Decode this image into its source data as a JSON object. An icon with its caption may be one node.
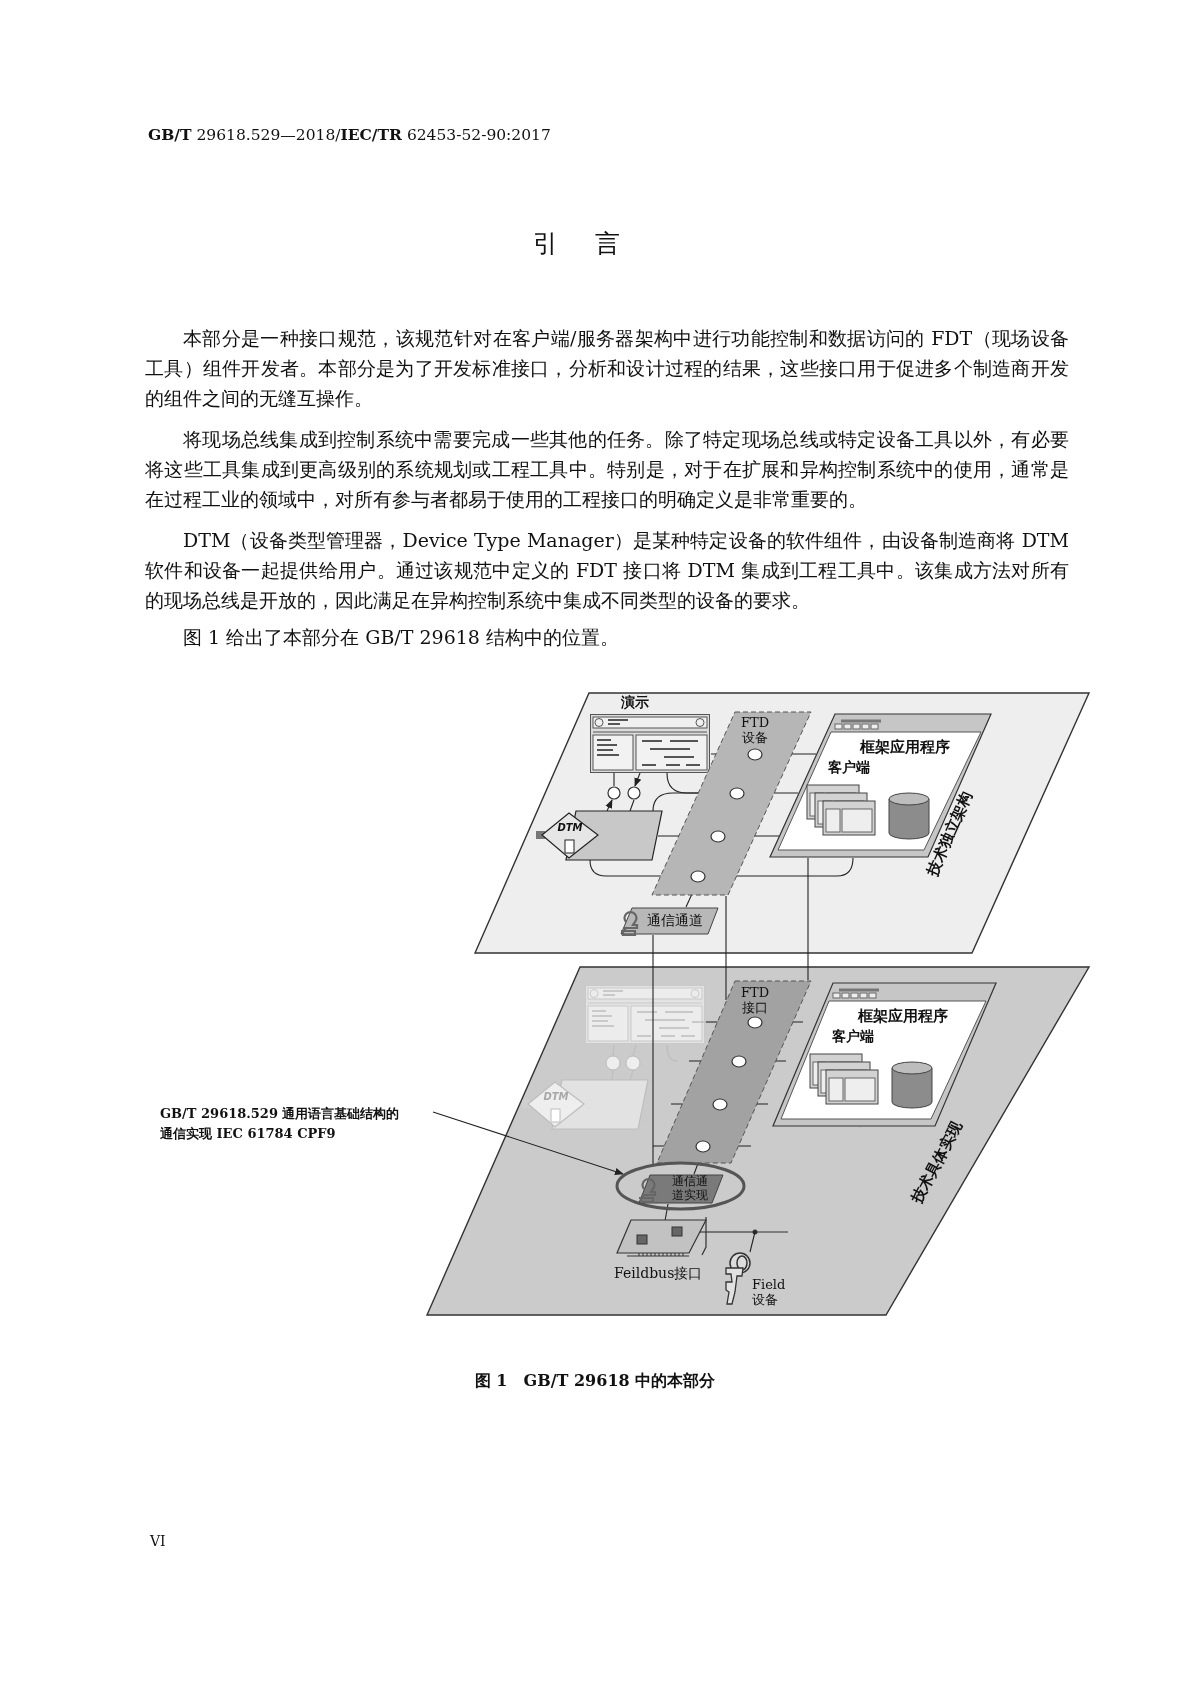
{
  "diagram": {
    "title": "引言",
    "caption": "图 1　GB/T 29618 中的本部分",
    "nodes": [
      {
        "text": [
          "技术独立架构"
        ]
      },
      {
        "text": [
          "演示"
        ],
        "in": 0
      },
      {
        "text": [
          "FTD设备"
        ],
        "in": 0
      },
      {
        "text": [
          "框架应用程序",
          "客户端"
        ],
        "in": 0
      },
      {
        "text": [
          "DTM"
        ],
        "in": 0
      },
      {
        "text": [
          "通信通道"
        ],
        "in": 0
      },
      {
        "text": [],
        "shape": "circle",
        "in": 0
      },
      {
        "text": [],
        "shape": "circle",
        "in": 0
      },
      {
        "text": [],
        "shape": "circle",
        "in": 2
      },
      {
        "text": [],
        "shape": "circle",
        "in": 2
      },
      {
        "text": [],
        "shape": "circle",
        "in": 2
      },
      {
        "text": [],
        "shape": "circle",
        "in": 2
      },
      {
        "text": [
          "技术具体实现"
        ]
      },
      {
        "text": [
          "DTM"
        ],
        "in": 12
      },
      {
        "text": [
          "FTD接口"
        ],
        "in": 12
      },
      {
        "text": [
          "框架应用程序",
          "客户端"
        ],
        "in": 12
      },
      {
        "text": [],
        "shape": "circle",
        "in": 14
      },
      {
        "text": [],
        "shape": "circle",
        "in": 14
      },
      {
        "text": [],
        "shape": "circle",
        "in": 14
      },
      {
        "text": [],
        "shape": "circle",
        "in": 14
      },
      {
        "text": [],
        "shape": "ellipse",
        "in": 12
      },
      {
        "text": [
          "通信通道实现"
        ],
        "in": 20
      },
      {
        "text": [],
        "shape": "picture",
        "beside": [
          "Feildbus接口"
        ],
        "in": 12
      },
      {
        "text": [],
        "shape": "picture",
        "beside": [
          "Field设备"
        ],
        "in": 12
      },
      {
        "text": [
          "GB/T 29618.529 通用语言基础结构的通信实现 IEC 61784 CPF9"
        ]
      }
    ],
    "edges": [
      {
        "from": 3,
        "to": 8,
        "arrow": "to"
      },
      {
        "from": 8,
        "to": 1,
        "arrow": "none"
      },
      {
        "from": 1,
        "to": 9,
        "arrow": "to"
      },
      {
        "from": 4,
        "to": 9,
        "arrow": "to"
      },
      {
        "from": 9,
        "to": 3,
        "arrow": "none"
      },
      {
        "from": 3,
        "to": 10,
        "arrow": "to"
      },
      {
        "from": 10,
        "to": 4,
        "arrow": "none"
      },
      {
        "from": 4,
        "to": 11,
        "arrow": "to"
      },
      {
        "from": 3,
        "to": 11,
        "arrow": "to"
      },
      {
        "from": 11,
        "to": 5,
        "arrow": "none"
      },
      {
        "from": 4,
        "to": 6,
        "arrow": "to"
      },
      {
        "from": 6,
        "to": 1,
        "arrow": "none"
      },
      {
        "from": 1,
        "to": 7,
        "arrow": "to"
      },
      {
        "from": 7,
        "to": 4,
        "arrow": "none"
      },
      {
        "from": 5,
        "to": 20,
        "arrow": "none"
      },
      {
        "from": 2,
        "to": 14,
        "arrow": "none"
      },
      {
        "from": 3,
        "to": 14,
        "arrow": "none"
      },
      {
        "from": null,
        "to": 16,
        "arrow": "to"
      },
      {
        "from": 16,
        "to": null,
        "arrow": "none"
      },
      {
        "from": null,
        "to": 17,
        "arrow": "to"
      },
      {
        "from": 17,
        "to": null,
        "arrow": "none"
      },
      {
        "from": null,
        "to": 18,
        "arrow": "to"
      },
      {
        "from": 18,
        "to": null,
        "arrow": "none"
      },
      {
        "from": null,
        "to": 19,
        "arrow": "to"
      },
      {
        "from": null,
        "to": 19,
        "arrow": "to"
      },
      {
        "from": 19,
        "to": 21,
        "arrow": "none"
      },
      {
        "from": 21,
        "to": 22,
        "arrow": "none"
      },
      {
        "from": 22,
        "to": 23,
        "arrow": "none"
      },
      {
        "from": 24,
        "to": 20,
        "arrow": "to"
      }
    ],
    "labels": [
      "**GB/T** 29618.529—2018/**IEC/TR** 62453-52-90:2017",
      "本部分是一种接口规范，该规范针对在客户端/服务器架构中进行功能控制和数据访问的 FDT（现场设备工具）组件开发者。本部分是为了开发标准接口，分析和设计过程的结果，这些接口用于促进多个制造商开发的组件之间的无缝互操作。",
      "将现场总线集成到控制系统中需要完成一些其他的任务。除了特定现场总线或特定设备工具以外，有必要将这些工具集成到更高级别的系统规划或工程工具中。特别是，对于在扩展和异构控制系统中的使用，通常是在过程工业的领域中，对所有参与者都易于使用的工程接口的明确定义是非常重要的。",
      "DTM（设备类型管理器，Device Type Manager）是某种特定设备的软件组件，由设备制造商将 DTM 软件和设备一起提供给用户。通过该规范中定义的 FDT 接口将 DTM 集成到工程工具中。该集成方法对所有的现场总线是开放的，因此满足在异构控制系统中集成不同类型的设备的要求。",
      "图 1 给出了本部分在 GB/T 29618 结构中的位置。",
      "VI"
    ]
  }
}
